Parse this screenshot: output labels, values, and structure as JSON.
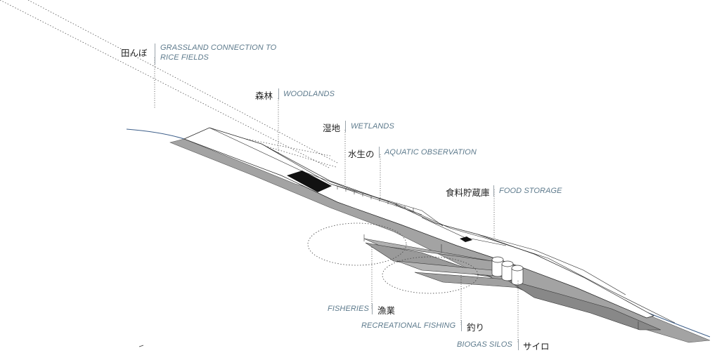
{
  "labels": {
    "rice_fields": {
      "ja": "田んぼ",
      "en_line1": "GRASSLAND CONNECTION TO",
      "en_line2": "RICE FIELDS"
    },
    "woodlands": {
      "ja": "森林",
      "en": "WOODLANDS"
    },
    "wetlands": {
      "ja": "湿地",
      "en": "WETLANDS"
    },
    "aquatic": {
      "ja": "水生の",
      "en": "AQUATIC OBSERVATION"
    },
    "food_storage": {
      "ja": "食料貯蔵庫",
      "en": "FOOD STORAGE"
    },
    "fisheries": {
      "ja": "漁業",
      "en": "FISHERIES"
    },
    "recreational": {
      "ja": "釣り",
      "en": "RECREATIONAL FISHING"
    },
    "biogas": {
      "ja": "サイロ",
      "en": "BIOGAS SILOS"
    }
  },
  "colors": {
    "leader_line": "#333333",
    "english_text": "#5d7a8c",
    "water_line": "#3e5f8a",
    "shadow_fill": "#9c9c9c",
    "dark_fill": "#111111"
  }
}
